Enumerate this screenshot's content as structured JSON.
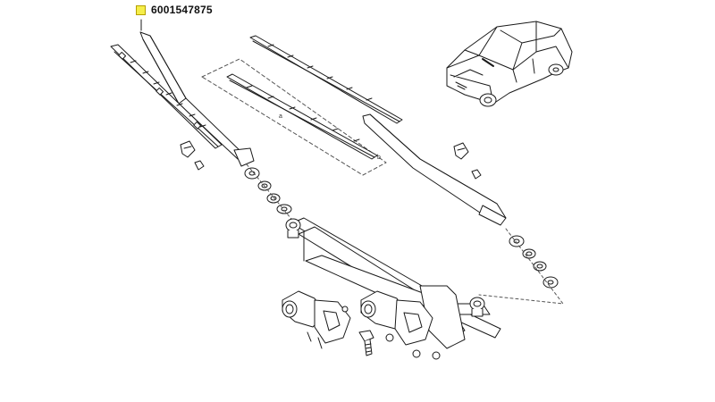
{
  "callout": {
    "part_number": "6001547875",
    "marker_color": "#f5ee4a"
  },
  "labels": {
    "blade_mark_a": "a",
    "blade_mark_b": "b"
  },
  "colors": {
    "line": "#1a1a1a",
    "dash": "#555555",
    "fill": "#ffffff",
    "shade": "#d9d9d9"
  }
}
